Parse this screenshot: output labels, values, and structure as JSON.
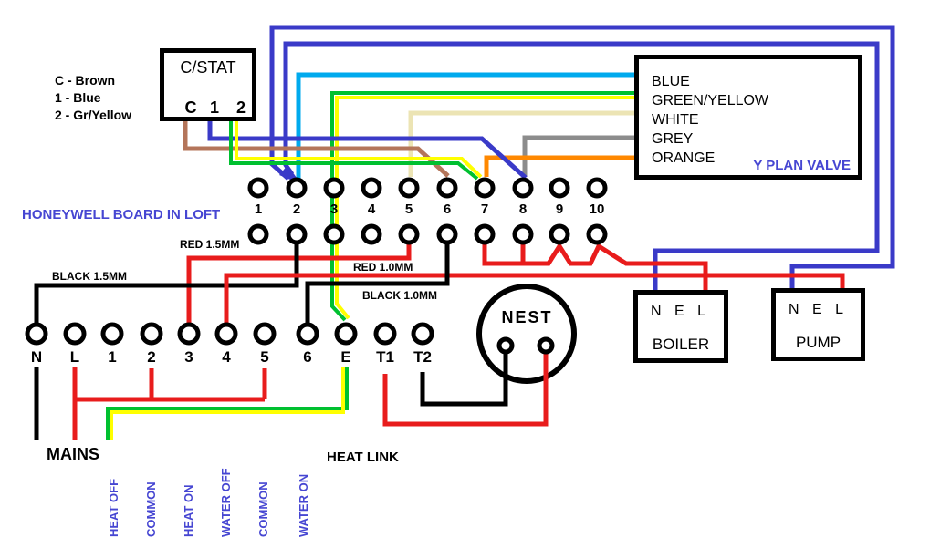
{
  "legend": {
    "lines": [
      "C - Brown",
      "1 - Blue",
      "2 - Gr/Yellow"
    ]
  },
  "cstat": {
    "title": "C/STAT",
    "terminals": [
      "C",
      "1",
      "2"
    ]
  },
  "valve": {
    "wire_names": [
      "BLUE",
      "GREEN/YELLOW",
      "WHITE",
      "GREY",
      "ORANGE"
    ],
    "label": "Y PLAN VALVE"
  },
  "board": {
    "label": "HONEYWELL BOARD IN LOFT",
    "terminal_numbers": [
      "1",
      "2",
      "3",
      "4",
      "5",
      "6",
      "7",
      "8",
      "9",
      "10"
    ]
  },
  "wire_labels": {
    "red_15": "RED 1.5MM",
    "black_15": "BLACK 1.5MM",
    "red_10": "RED 1.0MM",
    "black_10": "BLACK 1.0MM"
  },
  "strip": {
    "labels": [
      "N",
      "L",
      "1",
      "2",
      "3",
      "4",
      "5",
      "6",
      "E",
      "T1",
      "T2"
    ]
  },
  "nest": {
    "label": "NEST"
  },
  "boiler": {
    "terminals": [
      "N",
      "E",
      "L"
    ],
    "label": "BOILER"
  },
  "pump": {
    "terminals": [
      "N",
      "E",
      "L"
    ],
    "label": "PUMP"
  },
  "footer": {
    "mains": "MAINS",
    "heat_link": "HEAT LINK",
    "channel_labels": [
      "HEAT OFF",
      "COMMON",
      "HEAT ON",
      "WATER OFF",
      "COMMON",
      "WATER ON"
    ]
  },
  "colors": {
    "wire_blue": "#3a3ac8",
    "wire_cyan": "#00aaee",
    "wire_green": "#00c030",
    "wire_yellow": "#ffff00",
    "wire_white": "#ece4b4",
    "wire_brown": "#b4755a",
    "wire_grey": "#8c8c8c",
    "wire_orange": "#ff8800",
    "wire_red": "#e81c1c",
    "wire_black": "#000000",
    "label_blue": "#4646d2"
  }
}
